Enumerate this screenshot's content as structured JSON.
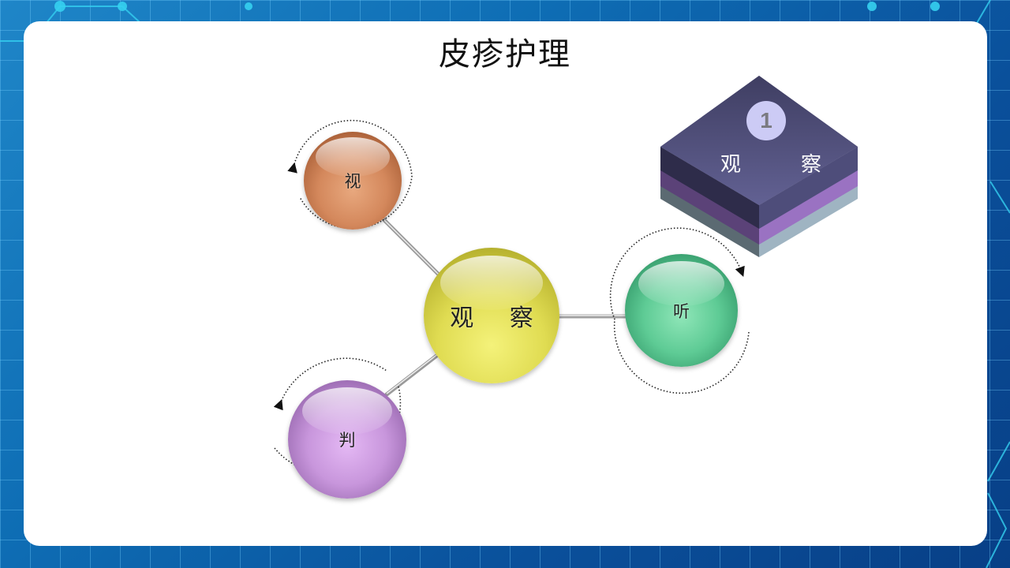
{
  "slide": {
    "title": "皮疹护理"
  },
  "diagram": {
    "center": {
      "label": "观 察",
      "color": "#e0dc52"
    },
    "nodes": [
      {
        "id": "see",
        "label": "视",
        "color": "#d4885c"
      },
      {
        "id": "listen",
        "label": "听",
        "color": "#5ecb95"
      },
      {
        "id": "judge",
        "label": "判",
        "color": "#c896dc"
      }
    ]
  },
  "step_box": {
    "number": "1",
    "label_left": "观",
    "label_right": "察",
    "colors": {
      "top": "#4e4d7a",
      "middle": "#9a72c2",
      "bottom": "#a8bccb"
    }
  },
  "theme": {
    "background": "#0e6db4",
    "panel": "#ffffff"
  }
}
